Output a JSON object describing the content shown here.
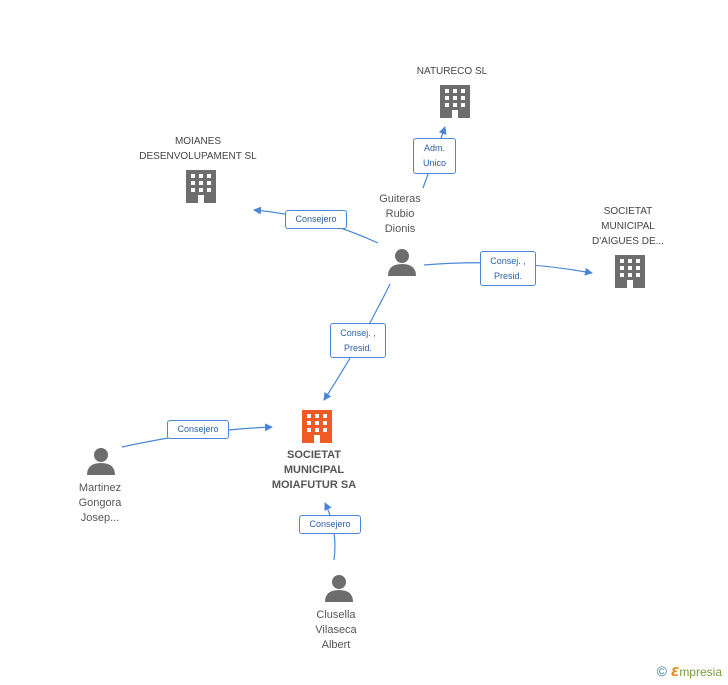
{
  "nodes": {
    "natureco": {
      "label": "NATURECO SL"
    },
    "moianes": {
      "label": "MOIANES\nDESENVOLUPAMENT SL"
    },
    "guiteras": {
      "label": "Guiteras\nRubio\nDionis"
    },
    "aigues": {
      "label": "SOCIETAT\nMUNICIPAL\nD'AIGUES DE..."
    },
    "moiafutur": {
      "label": "SOCIETAT\nMUNICIPAL\nMOIAFUTUR SA"
    },
    "martinez": {
      "label": "Martinez\nGongora\nJosep..."
    },
    "clusella": {
      "label": "Clusella\nVilaseca\nAlbert"
    }
  },
  "edges": {
    "guiteras_natureco": "Adm.\nUnico",
    "guiteras_moianes": "Consejero",
    "guiteras_aigues": "Consej. ,\nPresid.",
    "guiteras_moiafutur": "Consej. ,\nPresid.",
    "martinez_moiafutur": "Consejero",
    "clusella_moiafutur": "Consejero"
  },
  "colors": {
    "edge": "#4a86d6",
    "company": "#6d6d6d",
    "highlight": "#f15a24",
    "person": "#6d6d6d"
  },
  "watermark": {
    "symbol": "©",
    "brand_initial": "ℇ",
    "brand_rest": "mpresia"
  }
}
